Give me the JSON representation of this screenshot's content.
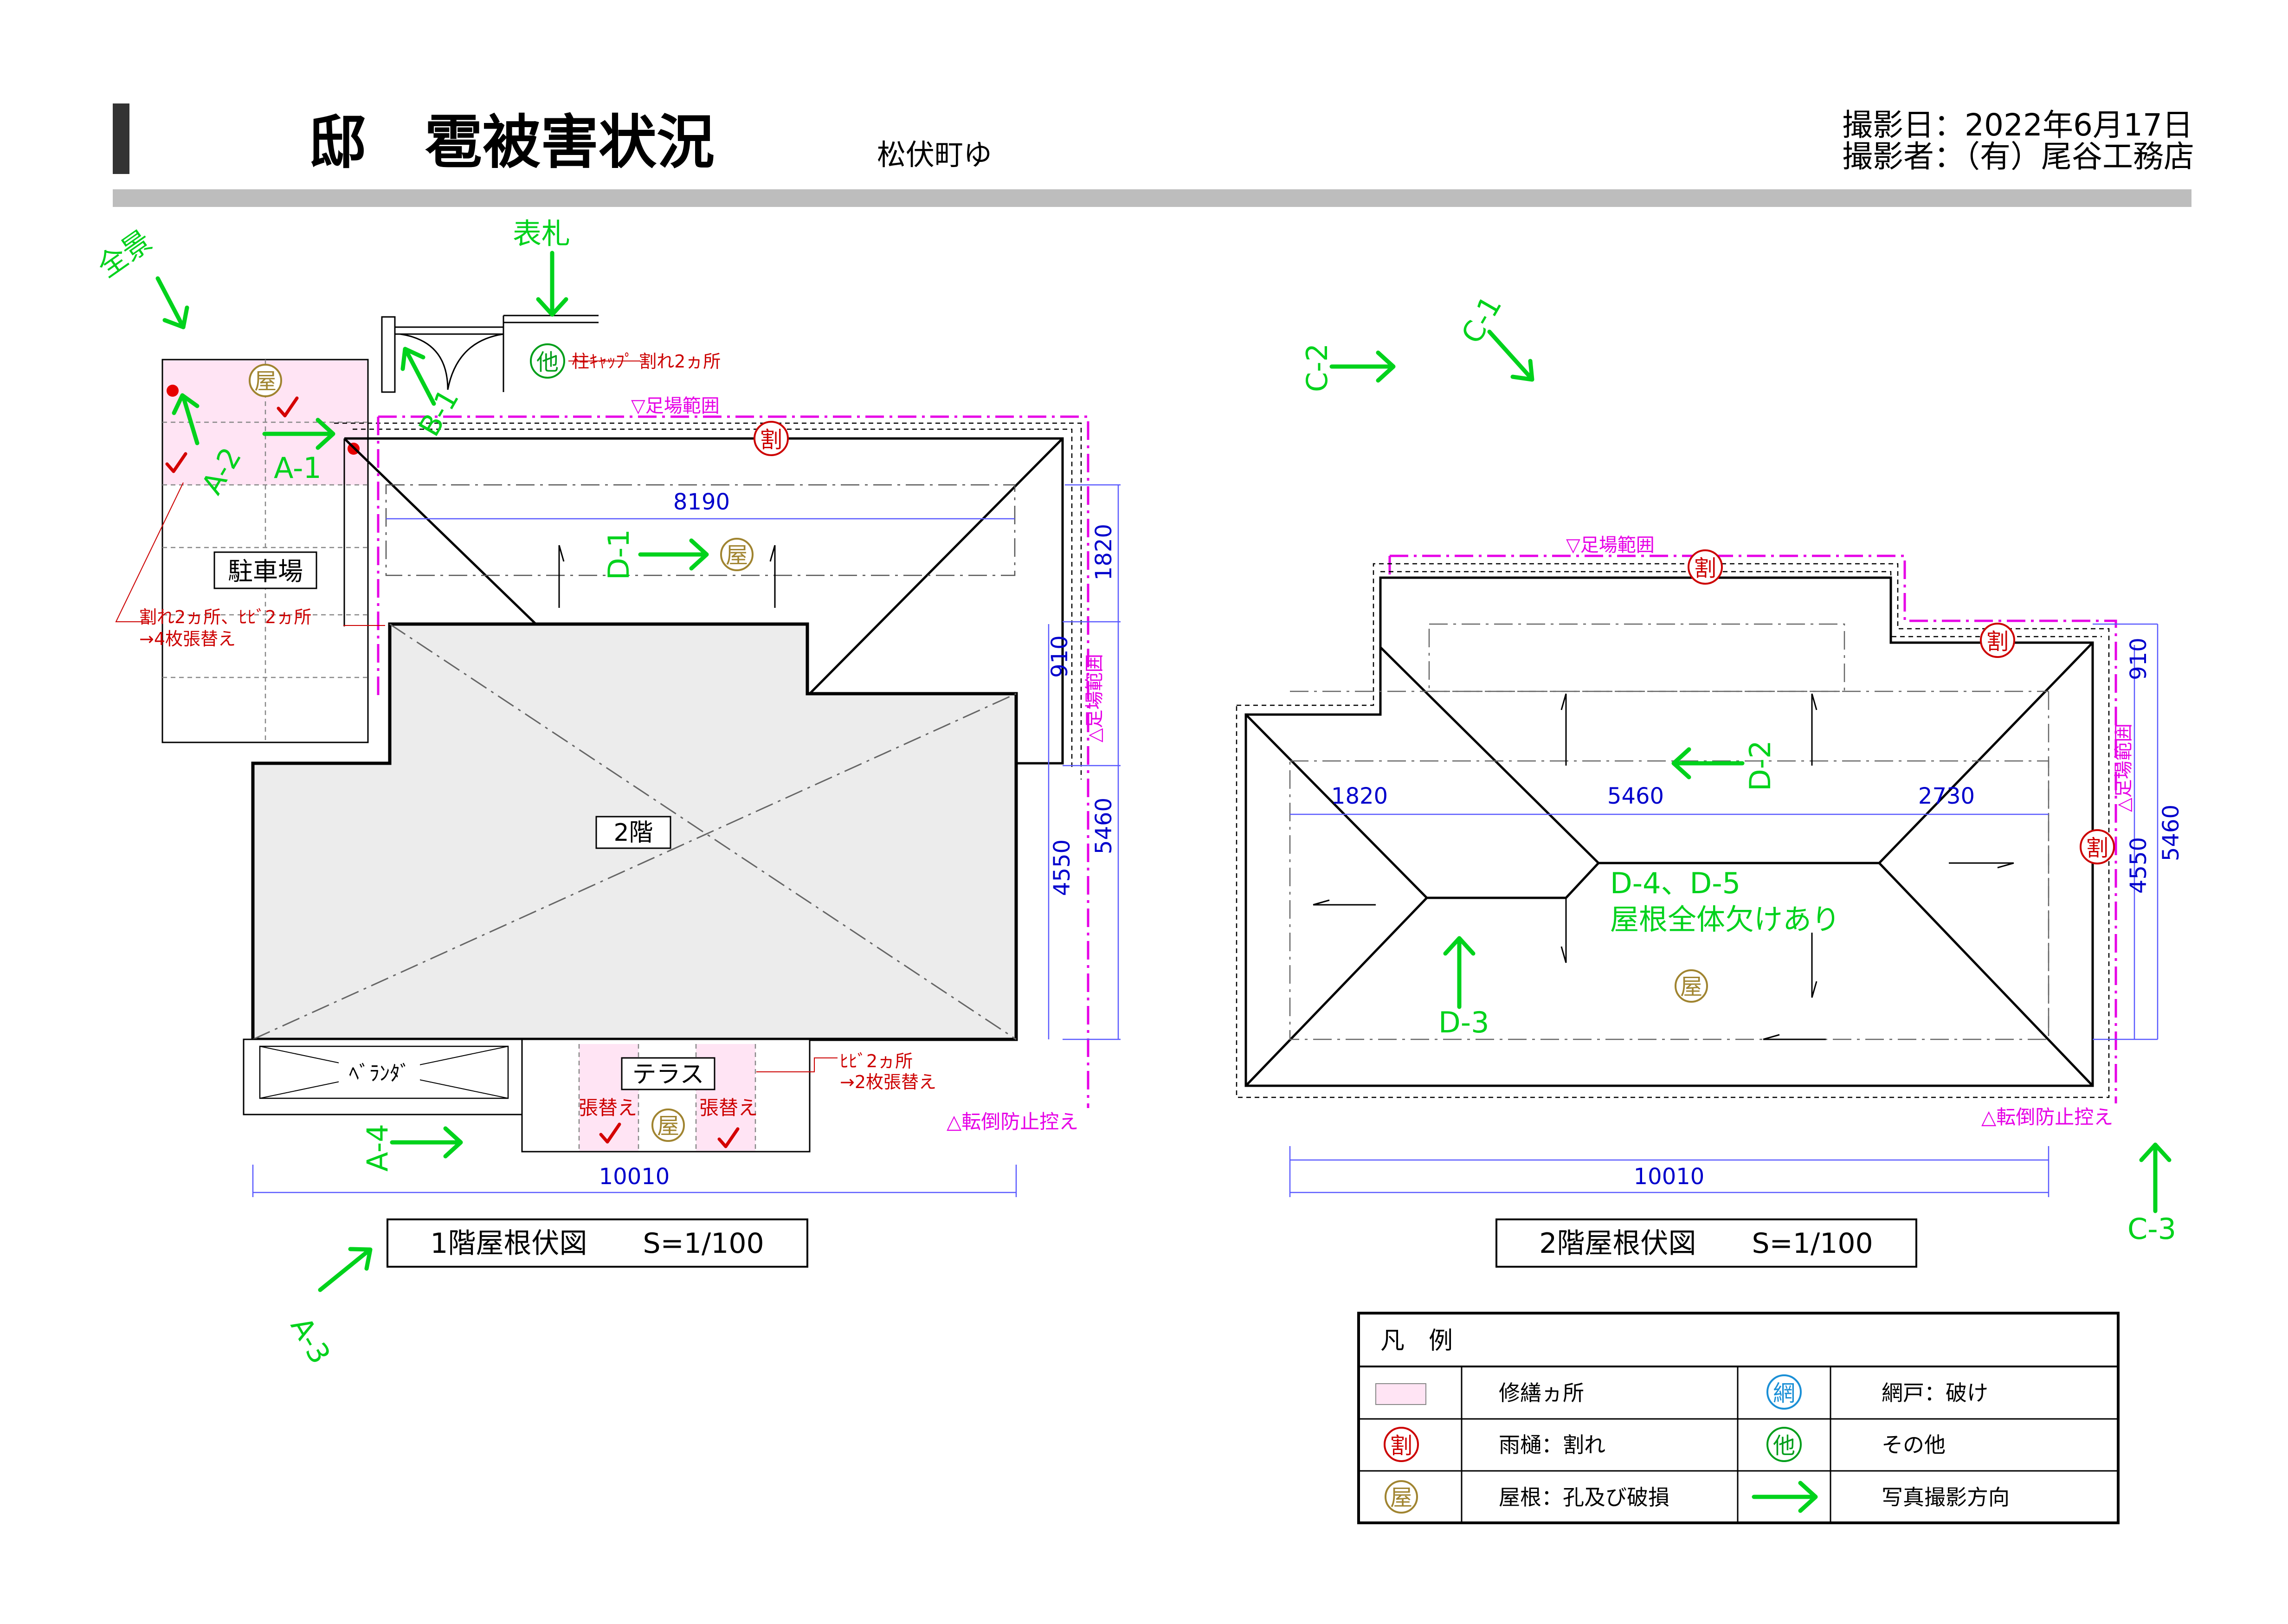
{
  "header": {
    "title": "邸　雹被害状況",
    "location": "松伏町ゆ",
    "shoot_date": "撮影日：2022年6月17日",
    "photographer": "撮影者：（有）尾谷工務店"
  },
  "plan1": {
    "caption": "1階屋根伏図　　S=1/100",
    "parking": "駐車場",
    "floor2": "2階",
    "veranda": "ﾍﾞﾗﾝﾀﾞ",
    "terrace": "テラス",
    "scaffold_top": "▽足場範囲",
    "scaffold_side": "△足場範囲",
    "overturn": "△転倒防止控え",
    "dim_8190": "8190",
    "dim_1820": "1820",
    "dim_910": "910",
    "dim_5460": "5460",
    "dim_4550": "4550",
    "dim_10010": "10010",
    "note_pillar": "柱ｷｬｯﾌﾟ 割れ2ヵ所",
    "note_parking_1": "割れ2ヵ所、ﾋﾋﾞ2ヵ所",
    "note_parking_2": "→4枚張替え",
    "note_terrace_1": "ﾋﾋﾞ2ヵ所",
    "note_terrace_2": "→2枚張替え",
    "replace_a": "張替え",
    "replace_b": "張替え",
    "check_mark": "✓"
  },
  "plan2": {
    "caption": "2階屋根伏図　　S=1/100",
    "scaffold_top": "▽足場範囲",
    "scaffold_side": "△足場範囲",
    "overturn": "△転倒防止控え",
    "dim_1820": "1820",
    "dim_5460": "5460",
    "dim_2730": "2730",
    "dim_910": "910",
    "dim_4550": "4550",
    "dim_5460b": "5460",
    "dim_10010": "10010",
    "note_1": "D-4、D-5",
    "note_2": "屋根全体欠けあり"
  },
  "markers": {
    "roof": "屋",
    "gutter": "割",
    "other": "他",
    "net": "網"
  },
  "arrows": {
    "zenkei": "全景",
    "hyosatsu": "表札",
    "A1": "A-1",
    "A2": "A-2",
    "A3": "A-3",
    "A4": "A-4",
    "B1": "B-1",
    "C1": "C-1",
    "C2": "C-2",
    "C3": "C-3",
    "D1": "D-1",
    "D2": "D-2",
    "D3": "D-3"
  },
  "legend": {
    "title": "凡　例",
    "rows": [
      {
        "left": "修繕ヵ所",
        "right": "網戸：破け"
      },
      {
        "left": "雨樋：割れ",
        "right": "その他"
      },
      {
        "left": "屋根：孔及び破損",
        "right": "写真撮影方向"
      }
    ]
  },
  "colors": {
    "green": "#00d21c",
    "magenta": "#e600e6",
    "red": "#cc0000",
    "blue": "#0000cc",
    "repair_fill": "#ffe4f4",
    "roof_gray": "#ececec"
  }
}
